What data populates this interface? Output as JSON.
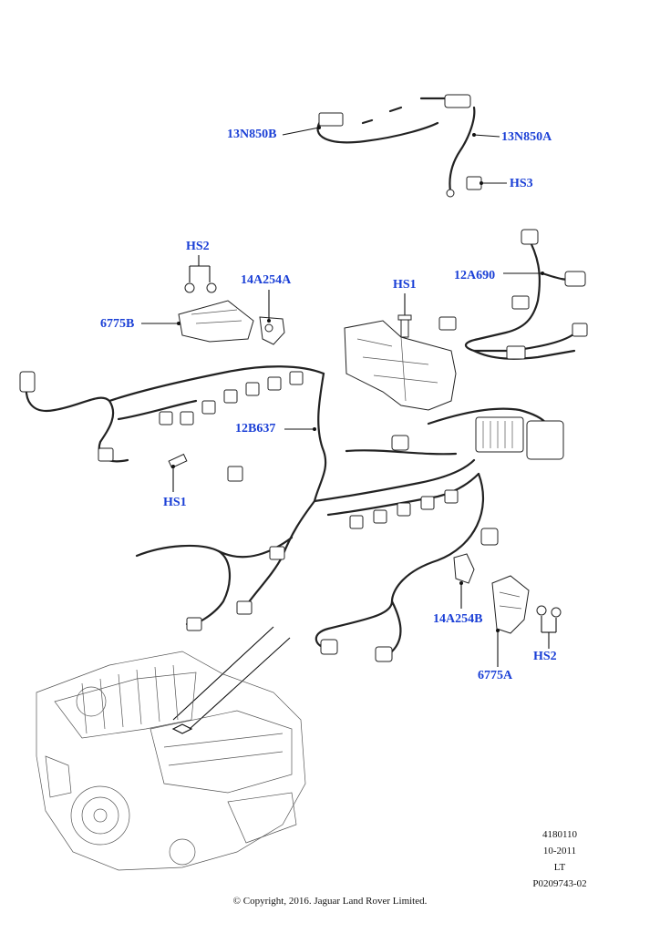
{
  "callouts": {
    "c13n850b": "13N850B",
    "c13n850a": "13N850A",
    "hs3": "HS3",
    "hs2_top": "HS2",
    "c14a254a": "14A254A",
    "hs1_top": "HS1",
    "c12a690": "12A690",
    "c6775b": "6775B",
    "c12b637": "12B637",
    "hs1_left": "HS1",
    "c14a254b": "14A254B",
    "c6775a": "6775A",
    "hs2_bottom": "HS2"
  },
  "reference": {
    "line1": "4180110",
    "line2": "10-2011",
    "line3": "LT",
    "line4": "P0209743-02"
  },
  "copyright": "© Copyright, 2016. Jaguar Land Rover Limited.",
  "colors": {
    "callout": "#1a3fd6",
    "line_art": "#222222",
    "background": "#ffffff"
  }
}
